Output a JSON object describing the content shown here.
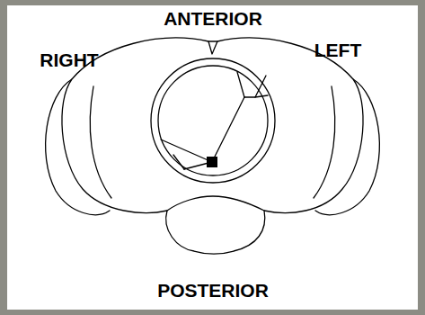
{
  "diagram": {
    "labels": [
      "ANTERIOR",
      "RIGHT",
      "LEFT",
      "POSTERIOR"
    ]
  }
}
